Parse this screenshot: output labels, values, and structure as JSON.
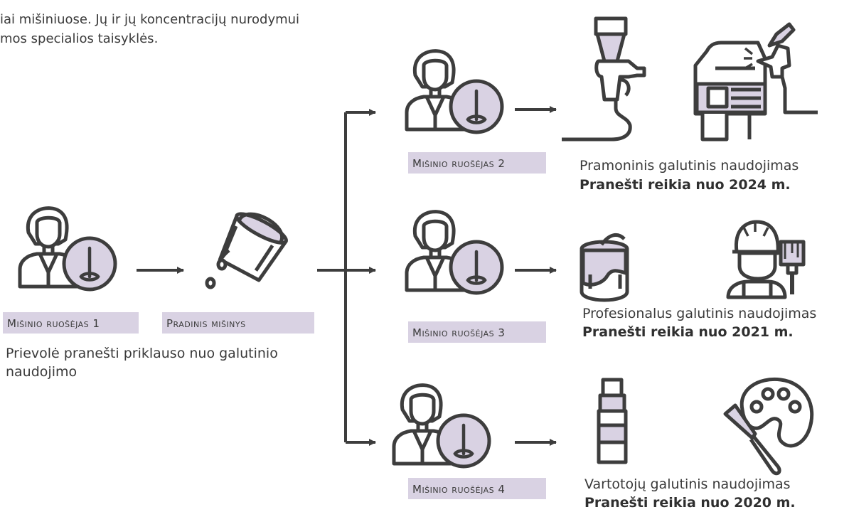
{
  "intro": {
    "line1": "iai mišiniuose. Jų ir jų koncentracijų nurodymui",
    "line2": "mos specialios taisyklės."
  },
  "mixer1": {
    "label": "Mišinio ruošėjas 1",
    "note_line1": "Prievolė pranešti priklauso nuo galutinio",
    "note_line2": "naudojimo"
  },
  "initial_mixture": {
    "label": "Pradinis mišinys"
  },
  "mixer2": {
    "label": "Mišinio ruošėjas 2"
  },
  "mixer3": {
    "label": "Mišinio ruošėjas 3"
  },
  "mixer4": {
    "label": "Mišinio ruošėjas 4"
  },
  "industrial": {
    "title": "Pramoninis galutinis naudojimas",
    "deadline": "Pranešti reikia nuo 2024 m."
  },
  "professional": {
    "title": "Profesionalus galutinis naudojimas",
    "deadline": "Pranešti reikia nuo 2021 m."
  },
  "consumer": {
    "title": "Vartotojų galutinis naudojimas",
    "deadline": "Pranešti reikia nuo 2020 m."
  },
  "colors": {
    "line": "#3d3d3d",
    "accent": "#d9d2e3"
  },
  "icons": [
    "person-mixer-icon",
    "paint-bucket-icon",
    "spray-gun-icon",
    "car-spray-icon",
    "paint-can-icon",
    "painter-worker-icon",
    "paint-tube-icon",
    "palette-icon"
  ]
}
